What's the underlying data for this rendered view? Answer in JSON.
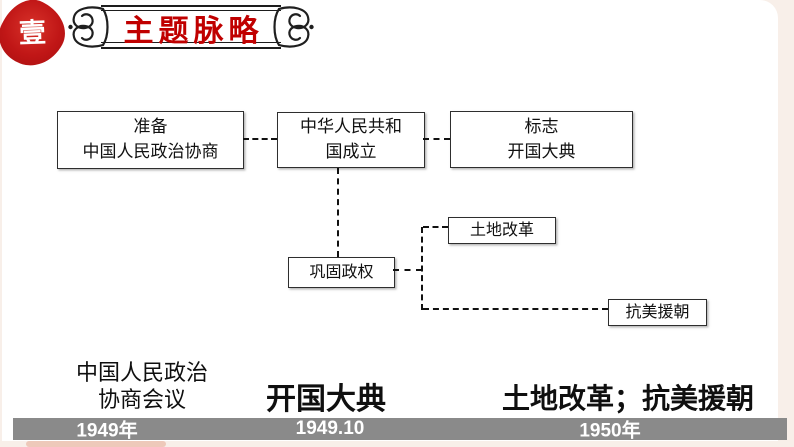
{
  "slide": {
    "section_marker": "壹",
    "title": "主题脉略"
  },
  "diagram": {
    "boxes": {
      "prep": {
        "line1": "准备",
        "line2": "中国人民政治协商"
      },
      "founding": {
        "line1": "中华人民共和",
        "line2": "国成立"
      },
      "symbol": {
        "line1": "标志",
        "line2": "开国大典"
      },
      "consolidate": {
        "label": "巩固政权"
      },
      "land_reform": {
        "label": "土地改革"
      },
      "resist_us": {
        "label": "抗美援朝"
      }
    }
  },
  "timeline": {
    "entries": [
      {
        "label_line1": "中国人民政治",
        "label_line2": "协商会议",
        "year": "1949年"
      },
      {
        "label_line1": "开国大典",
        "year": "1949.10"
      },
      {
        "label_line1": "土地改革；抗美援朝",
        "year": "1950年"
      }
    ]
  },
  "colors": {
    "title_red": "#c00000",
    "seal_red": "#c01616",
    "timeline_bar_gray": "#8a8a8a"
  }
}
